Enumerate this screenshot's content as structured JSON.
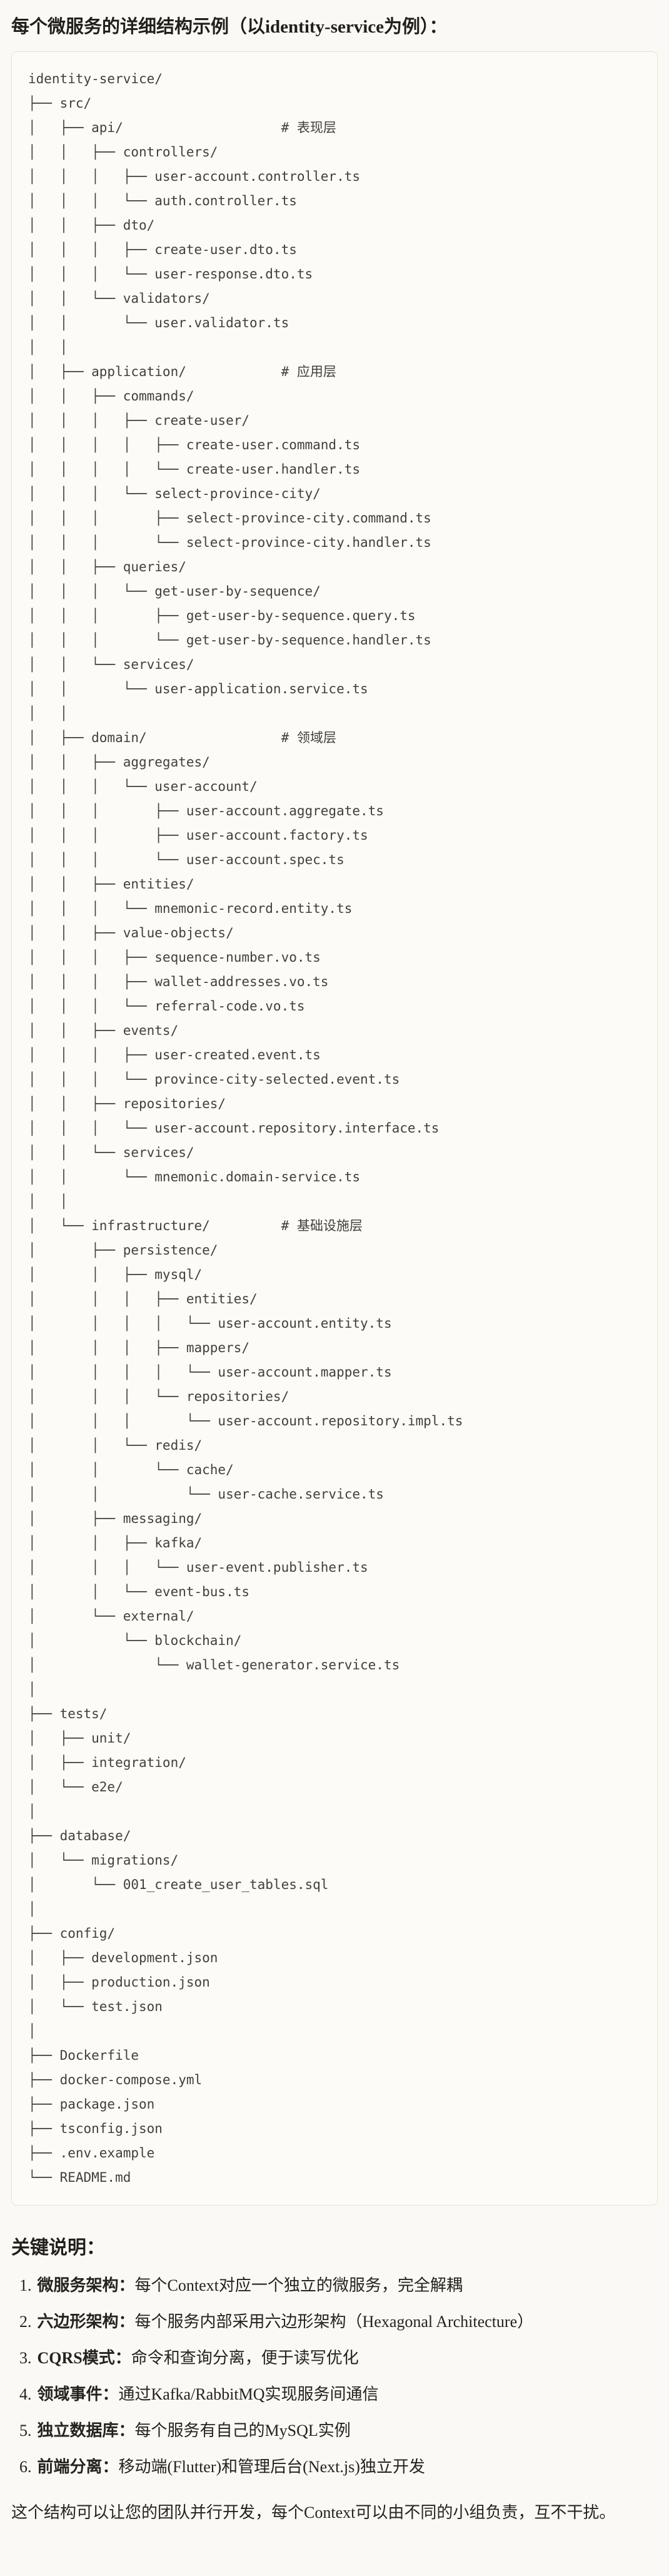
{
  "page": {
    "title": "每个微服务的详细结构示例（以identity-service为例）：",
    "background": "#FAF9F5",
    "code_box_background": "#FCFBF7",
    "code_box_border": "#E6E4DA",
    "code_text_color": "#41403B"
  },
  "code_block": {
    "lines": [
      "identity-service/",
      "├── src/",
      "│   ├── api/                    # 表现层",
      "│   │   ├── controllers/",
      "│   │   │   ├── user-account.controller.ts",
      "│   │   │   └── auth.controller.ts",
      "│   │   ├── dto/",
      "│   │   │   ├── create-user.dto.ts",
      "│   │   │   └── user-response.dto.ts",
      "│   │   └── validators/",
      "│   │       └── user.validator.ts",
      "│   │",
      "│   ├── application/            # 应用层",
      "│   │   ├── commands/",
      "│   │   │   ├── create-user/",
      "│   │   │   │   ├── create-user.command.ts",
      "│   │   │   │   └── create-user.handler.ts",
      "│   │   │   └── select-province-city/",
      "│   │   │       ├── select-province-city.command.ts",
      "│   │   │       └── select-province-city.handler.ts",
      "│   │   ├── queries/",
      "│   │   │   └── get-user-by-sequence/",
      "│   │   │       ├── get-user-by-sequence.query.ts",
      "│   │   │       └── get-user-by-sequence.handler.ts",
      "│   │   └── services/",
      "│   │       └── user-application.service.ts",
      "│   │",
      "│   ├── domain/                 # 领域层",
      "│   │   ├── aggregates/",
      "│   │   │   └── user-account/",
      "│   │   │       ├── user-account.aggregate.ts",
      "│   │   │       ├── user-account.factory.ts",
      "│   │   │       └── user-account.spec.ts",
      "│   │   ├── entities/",
      "│   │   │   └── mnemonic-record.entity.ts",
      "│   │   ├── value-objects/",
      "│   │   │   ├── sequence-number.vo.ts",
      "│   │   │   ├── wallet-addresses.vo.ts",
      "│   │   │   └── referral-code.vo.ts",
      "│   │   ├── events/",
      "│   │   │   ├── user-created.event.ts",
      "│   │   │   └── province-city-selected.event.ts",
      "│   │   ├── repositories/",
      "│   │   │   └── user-account.repository.interface.ts",
      "│   │   └── services/",
      "│   │       └── mnemonic.domain-service.ts",
      "│   │",
      "│   └── infrastructure/         # 基础设施层",
      "│       ├── persistence/",
      "│       │   ├── mysql/",
      "│       │   │   ├── entities/",
      "│       │   │   │   └── user-account.entity.ts",
      "│       │   │   ├── mappers/",
      "│       │   │   │   └── user-account.mapper.ts",
      "│       │   │   └── repositories/",
      "│       │   │       └── user-account.repository.impl.ts",
      "│       │   └── redis/",
      "│       │       └── cache/",
      "│       │           └── user-cache.service.ts",
      "│       ├── messaging/",
      "│       │   ├── kafka/",
      "│       │   │   └── user-event.publisher.ts",
      "│       │   └── event-bus.ts",
      "│       └── external/",
      "│           └── blockchain/",
      "│               └── wallet-generator.service.ts",
      "│",
      "├── tests/",
      "│   ├── unit/",
      "│   ├── integration/",
      "│   └── e2e/",
      "│",
      "├── database/",
      "│   └── migrations/",
      "│       └── 001_create_user_tables.sql",
      "│",
      "├── config/",
      "│   ├── development.json",
      "│   ├── production.json",
      "│   └── test.json",
      "│",
      "├── Dockerfile",
      "├── docker-compose.yml",
      "├── package.json",
      "├── tsconfig.json",
      "├── .env.example",
      "└── README.md"
    ]
  },
  "notes": {
    "heading": "关键说明：",
    "items": [
      {
        "num": "1.",
        "term": "微服务架构：",
        "desc": "每个Context对应一个独立的微服务，完全解耦"
      },
      {
        "num": "2.",
        "term": "六边形架构：",
        "desc": "每个服务内部采用六边形架构（Hexagonal Architecture）"
      },
      {
        "num": "3.",
        "term": "CQRS模式：",
        "desc": "命令和查询分离，便于读写优化"
      },
      {
        "num": "4.",
        "term": "领域事件：",
        "desc": "通过Kafka/RabbitMQ实现服务间通信"
      },
      {
        "num": "5.",
        "term": "独立数据库：",
        "desc": "每个服务有自己的MySQL实例"
      },
      {
        "num": "6.",
        "term": "前端分离：",
        "desc": "移动端(Flutter)和管理后台(Next.js)独立开发"
      }
    ],
    "footer": "这个结构可以让您的团队并行开发，每个Context可以由不同的小组负责，互不干扰。"
  }
}
